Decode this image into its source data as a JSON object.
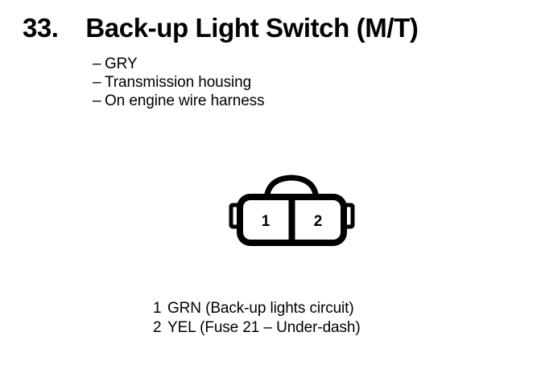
{
  "page": {
    "background_color": "#ffffff",
    "ink_color": "#000000"
  },
  "title": {
    "number": "33.",
    "text": "Back-up Light Switch (M/T)"
  },
  "specs": [
    {
      "dash": "–",
      "label": "GRY"
    },
    {
      "dash": "–",
      "label": "Transmission housing"
    },
    {
      "dash": "–",
      "label": "On engine wire harness"
    }
  ],
  "connector": {
    "name": "2-cavity connector",
    "cavities": [
      {
        "number": "1"
      },
      {
        "number": "2"
      }
    ]
  },
  "legend": [
    {
      "pin": "1",
      "description": "GRN (Back-up lights circuit)"
    },
    {
      "pin": "2",
      "description": "YEL (Fuse 21 – Under-dash)"
    }
  ]
}
